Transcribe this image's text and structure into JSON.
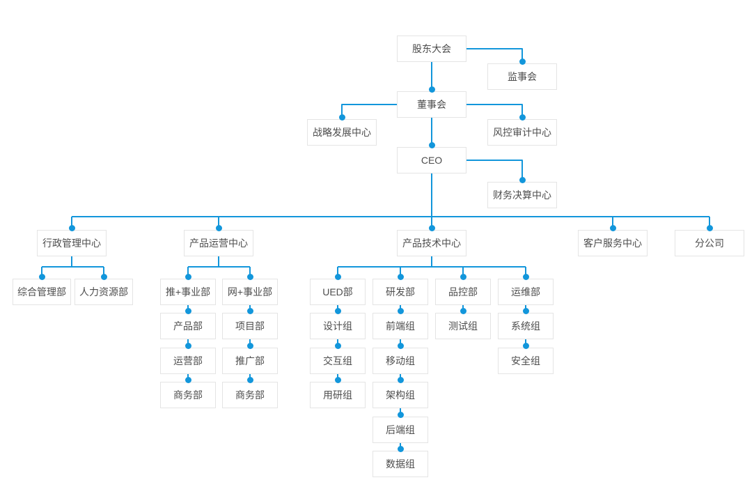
{
  "org": {
    "accent_color": "#1296db",
    "governance": {
      "shareholders": "股东大会",
      "supervisory": "监事会",
      "board": "董事会",
      "strategy": "战略发展中心",
      "risk_audit": "风控审计中心",
      "ceo": "CEO",
      "finance": "财务决算中心"
    },
    "centers": {
      "admin": "行政管理中心",
      "product_ops": "产品运营中心",
      "product_tech": "产品技术中心",
      "customer_service": "客户服务中心",
      "branch": "分公司"
    },
    "departments": {
      "general_admin": "综合管理部",
      "hr": "人力资源部",
      "tui_division": "推+事业部",
      "wang_division": "网+事业部",
      "product": "产品部",
      "operations": "运营部",
      "business_tui": "商务部",
      "project": "项目部",
      "promotion": "推广部",
      "business_wang": "商务部",
      "ued": "UED部",
      "rd": "研发部",
      "qc": "品控部",
      "om": "运维部"
    },
    "groups": {
      "design": "设计组",
      "interaction": "交互组",
      "user_research": "用研组",
      "frontend": "前端组",
      "mobile": "移动组",
      "architecture": "架构组",
      "backend": "后端组",
      "data": "数据组",
      "testing": "测试组",
      "system": "系统组",
      "security": "安全组"
    }
  }
}
